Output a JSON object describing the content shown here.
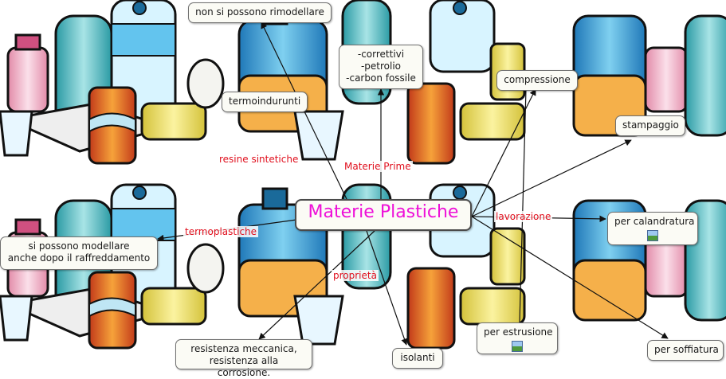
{
  "map": {
    "central": "Materie Plastiche",
    "concepts": {
      "non_rimodellare": "non si possono rimodellare",
      "termoindurunti": "termoindurunti",
      "materie_prime_list": "-correttivi\n-petrolio\n-carbon fossile",
      "compressione": "compressione",
      "stampaggio": "stampaggio",
      "per_calandratura": "per calandratura",
      "si_possono_modellare": "si possono modellare\nanche dopo il raffreddamento",
      "per_estrusione": "per estrusione",
      "resistenza": "resistenza meccanica,\nresistenza alla corrosione.",
      "isolanti": "isolanti",
      "per_soffiatura": "per soffiatura"
    },
    "link_labels": {
      "resine_sintetiche": "resine sintetiche",
      "materie_prime": "Materie Prime",
      "termoplastiche": "termoplastiche",
      "lavorazione": "lavorazione",
      "proprieta": "proprietà"
    }
  },
  "colors": {
    "central_text": "#ee10d8",
    "link_label": "#e0101e",
    "node_border": "#6f6f6f"
  },
  "icons": [
    "image-icon"
  ]
}
